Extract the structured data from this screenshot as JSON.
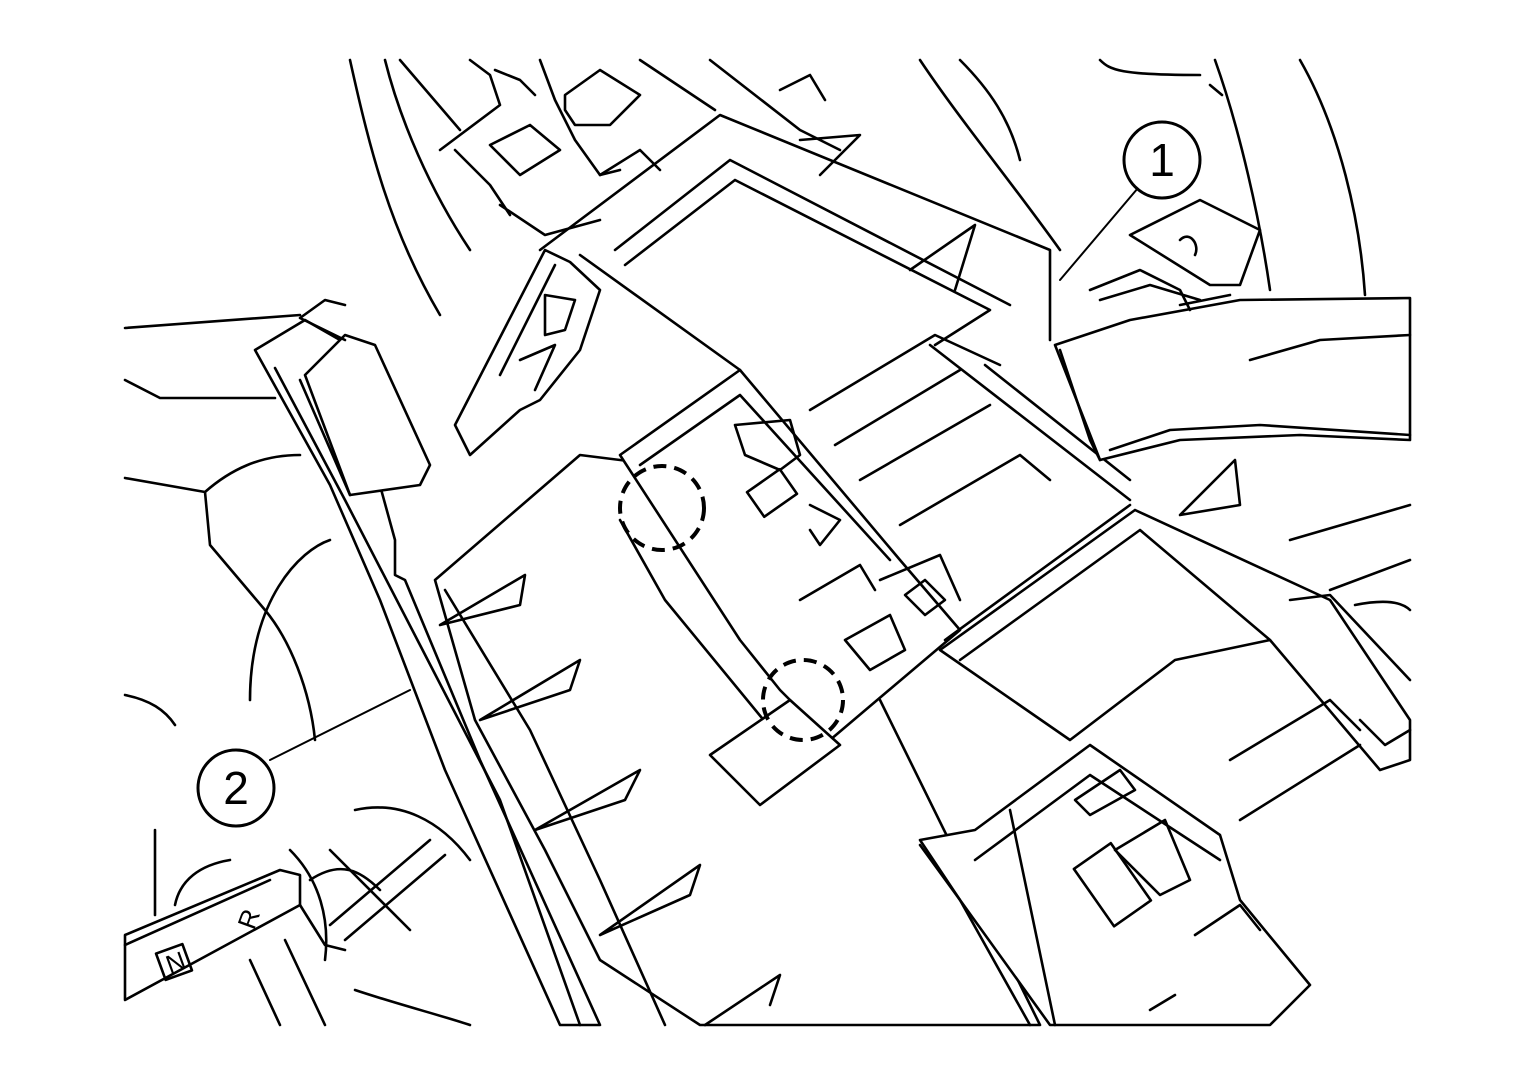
{
  "diagram": {
    "callouts": [
      {
        "id": "1",
        "label": "1"
      },
      {
        "id": "2",
        "label": "2"
      }
    ],
    "gear_indicator": {
      "letters": [
        "R",
        "N"
      ]
    },
    "colors": {
      "line": "#000000",
      "background": "#ffffff"
    }
  }
}
